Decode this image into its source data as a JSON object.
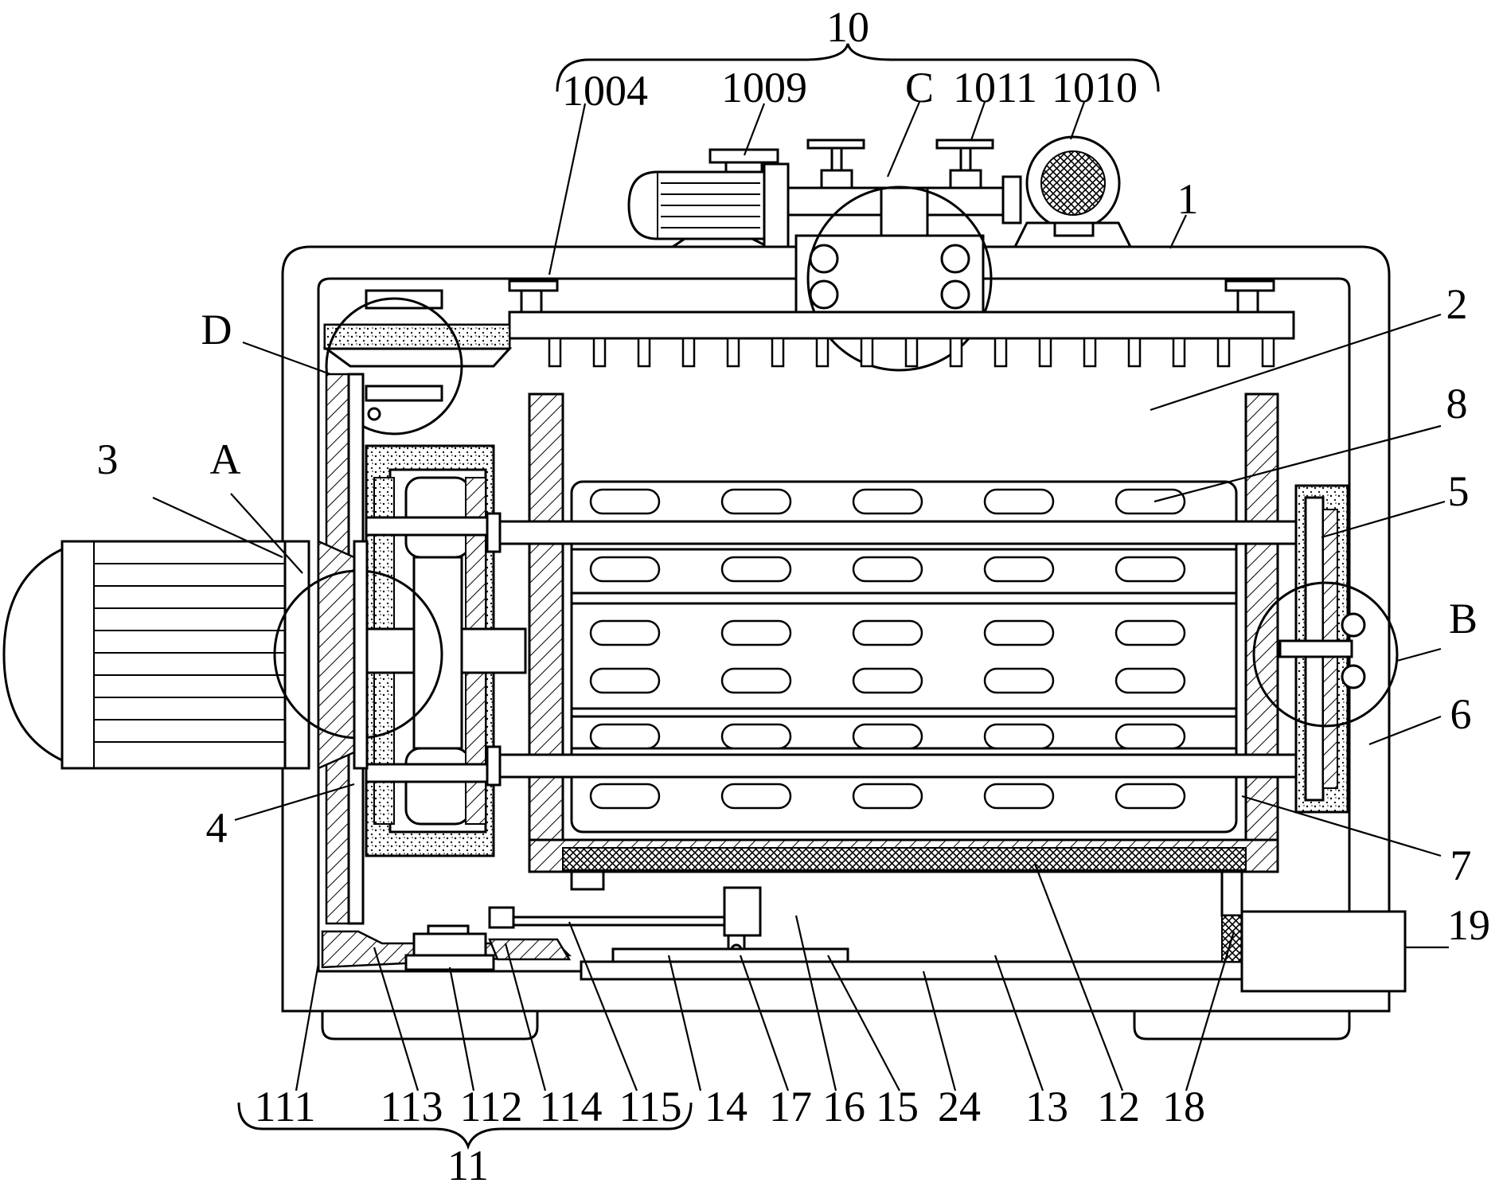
{
  "labels": {
    "l10": "10",
    "l1004": "1004",
    "l1009": "1009",
    "lC": "C",
    "l1011": "1011",
    "l1010": "1010",
    "l1": "1",
    "l2": "2",
    "l8": "8",
    "l5": "5",
    "lB": "B",
    "l6": "6",
    "l7": "7",
    "l19": "19",
    "lD": "D",
    "l3": "3",
    "lA": "A",
    "l4": "4",
    "l111": "111",
    "l113": "113",
    "l112": "112",
    "l114": "114",
    "l115": "115",
    "l14": "14",
    "l17": "17",
    "l16": "16",
    "l15": "15",
    "l24": "24",
    "l13": "13",
    "l12": "12",
    "l18": "18",
    "l11": "11"
  }
}
